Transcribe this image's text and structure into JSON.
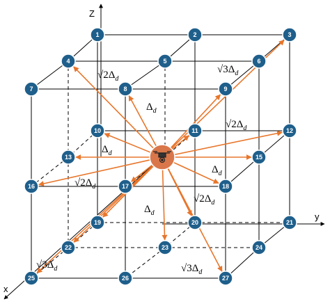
{
  "axes": {
    "z_label": "Z",
    "y_label": "y",
    "x_label": "x"
  },
  "nodes": [
    {
      "id": "1",
      "label": "1"
    },
    {
      "id": "2",
      "label": "2"
    },
    {
      "id": "3",
      "label": "3"
    },
    {
      "id": "4",
      "label": "4"
    },
    {
      "id": "5",
      "label": "5"
    },
    {
      "id": "6",
      "label": "6"
    },
    {
      "id": "7",
      "label": "7"
    },
    {
      "id": "8",
      "label": "8"
    },
    {
      "id": "9",
      "label": "9"
    },
    {
      "id": "10",
      "label": "10"
    },
    {
      "id": "11",
      "label": "11"
    },
    {
      "id": "12",
      "label": "12"
    },
    {
      "id": "13",
      "label": "13"
    },
    {
      "id": "15",
      "label": "15"
    },
    {
      "id": "16",
      "label": "16"
    },
    {
      "id": "17",
      "label": "17"
    },
    {
      "id": "18",
      "label": "18"
    },
    {
      "id": "19",
      "label": "19"
    },
    {
      "id": "20",
      "label": "20"
    },
    {
      "id": "21",
      "label": "21"
    },
    {
      "id": "22",
      "label": "22"
    },
    {
      "id": "23",
      "label": "23"
    },
    {
      "id": "24",
      "label": "24"
    },
    {
      "id": "25",
      "label": "25"
    },
    {
      "id": "26",
      "label": "26"
    },
    {
      "id": "27",
      "label": "27"
    }
  ],
  "center_node": {
    "icon": "drone-icon"
  },
  "distance_labels": [
    {
      "id": "d1",
      "prefix": "√2",
      "main": "Δ",
      "sub": "d"
    },
    {
      "id": "d2",
      "prefix": "√3",
      "main": "Δ",
      "sub": "d"
    },
    {
      "id": "d3",
      "prefix": "",
      "main": "Δ",
      "sub": "d"
    },
    {
      "id": "d4",
      "prefix": "√2",
      "main": "Δ",
      "sub": "d"
    },
    {
      "id": "d5",
      "prefix": "",
      "main": "Δ",
      "sub": "d"
    },
    {
      "id": "d6",
      "prefix": "",
      "main": "Δ",
      "sub": "d"
    },
    {
      "id": "d7",
      "prefix": "√2",
      "main": "Δ",
      "sub": "d"
    },
    {
      "id": "d8",
      "prefix": "√2",
      "main": "Δ",
      "sub": "d"
    },
    {
      "id": "d9",
      "prefix": "",
      "main": "Δ",
      "sub": "d"
    },
    {
      "id": "d10",
      "prefix": "√3",
      "main": "Δ",
      "sub": "d"
    },
    {
      "id": "d11",
      "prefix": "√3",
      "main": "Δ",
      "sub": "d"
    }
  ],
  "colors": {
    "node_fill": "#1f5f8b",
    "node_stroke": "#ffffff",
    "center_fill": "#d9774a",
    "arrow": "#e8762b",
    "line": "#000000"
  }
}
